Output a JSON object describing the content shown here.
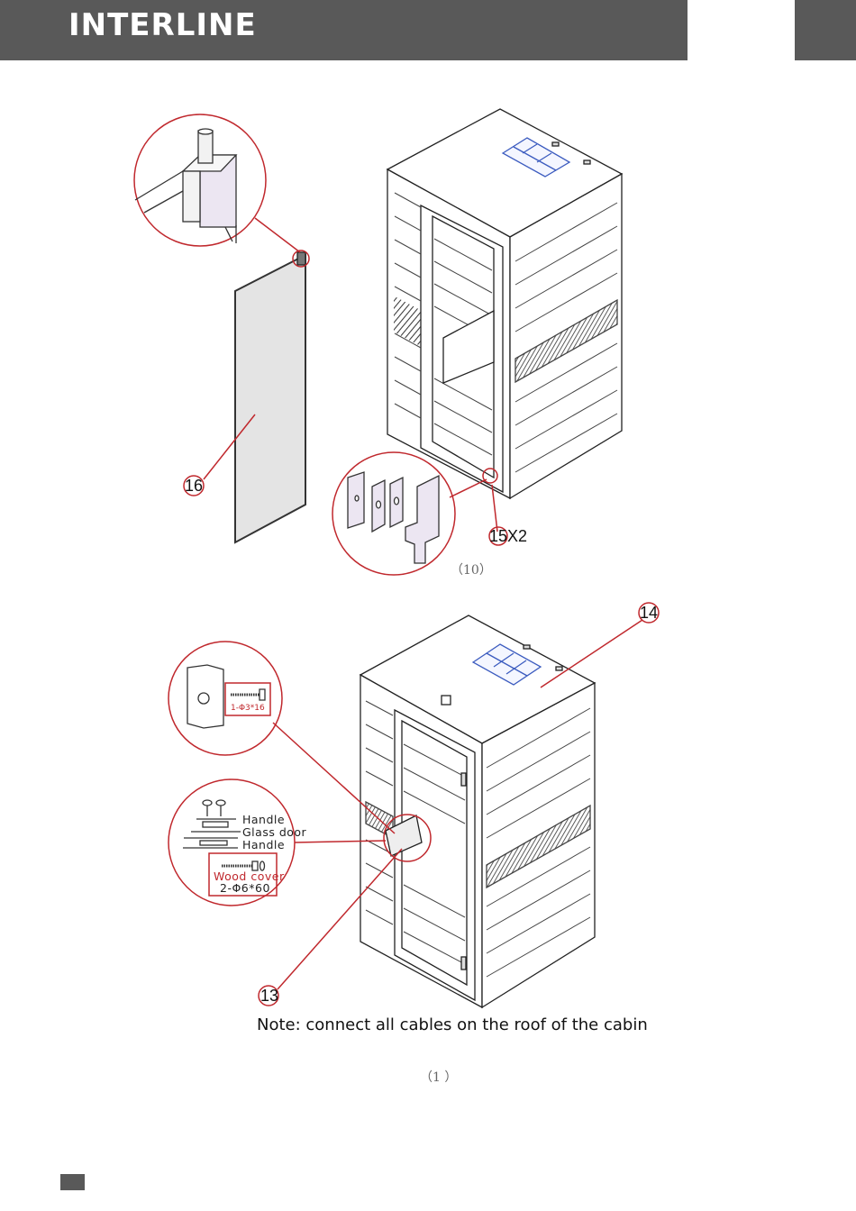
{
  "header": {
    "brand": "INTERLINE"
  },
  "figure10": {
    "label_16": "16",
    "label_15": "15X2",
    "caption": "（10）"
  },
  "figure11": {
    "label_14": "14",
    "label_13": "13",
    "screw_spec": "1-Φ3*16",
    "handle_top": "Handle",
    "glass_door": "Glass door",
    "handle_bottom": "Handle",
    "wood_cover": "Wood cover",
    "bolt_spec": "2-Φ6*60",
    "caption": "（1 ）"
  },
  "note": "Note: connect all cables on the roof of the cabin",
  "colors": {
    "header": "#595959",
    "callout": "#c0282d",
    "panel": "#3b5bbf"
  }
}
